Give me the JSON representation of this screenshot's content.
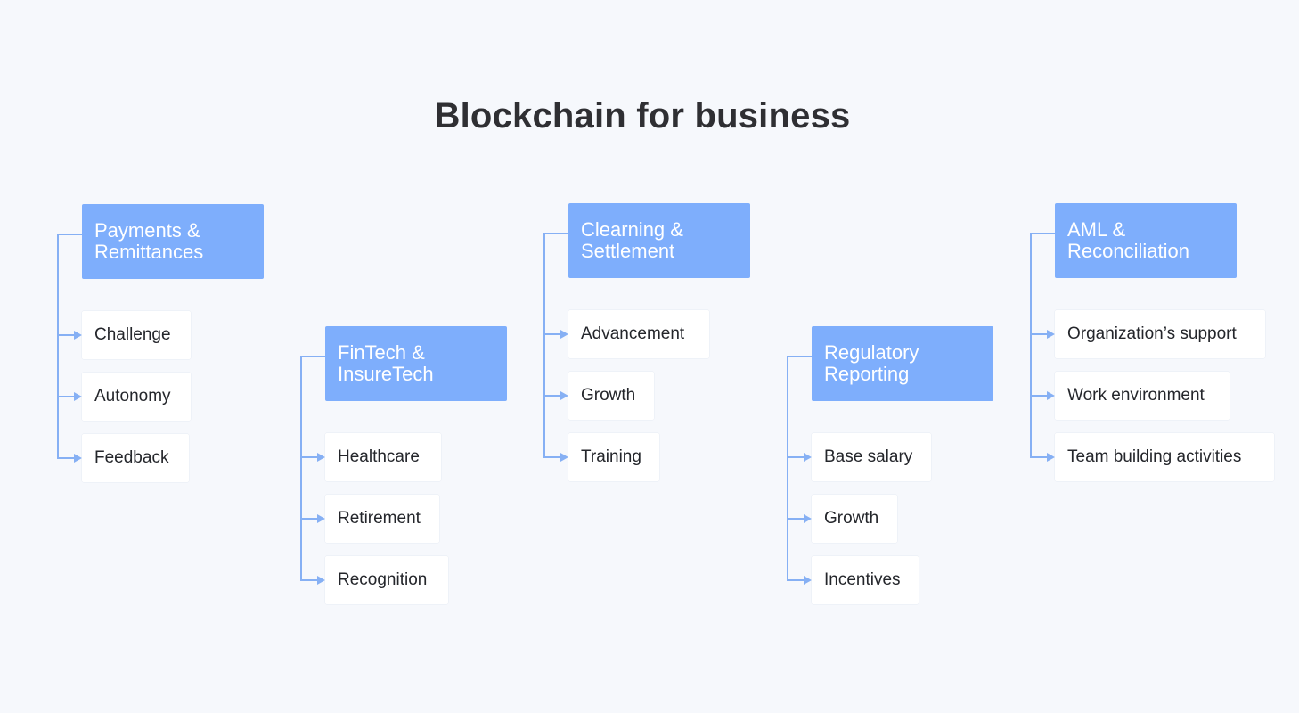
{
  "title": "Blockchain for business",
  "colors": {
    "background": "#f6f8fc",
    "header_fill": "#7eaefc",
    "connector": "#86b0f4",
    "item_fill": "#ffffff",
    "title_text": "#2f2f33"
  },
  "groups": [
    {
      "header": [
        "Payments &",
        "Remittances"
      ],
      "items": [
        "Challenge",
        "Autonomy",
        "Feedback"
      ]
    },
    {
      "header": [
        "FinTech &",
        "InsureTech"
      ],
      "items": [
        "Healthcare",
        "Retirement",
        "Recognition"
      ]
    },
    {
      "header": [
        "Clearning &",
        "Settlement"
      ],
      "items": [
        "Advancement",
        "Growth",
        "Training"
      ]
    },
    {
      "header": [
        "Regulatory",
        "Reporting"
      ],
      "items": [
        "Base salary",
        "Growth",
        "Incentives"
      ]
    },
    {
      "header": [
        "AML &",
        "Reconciliation"
      ],
      "items": [
        "Organization’s support",
        "Work environment",
        "Team building activities"
      ]
    }
  ]
}
